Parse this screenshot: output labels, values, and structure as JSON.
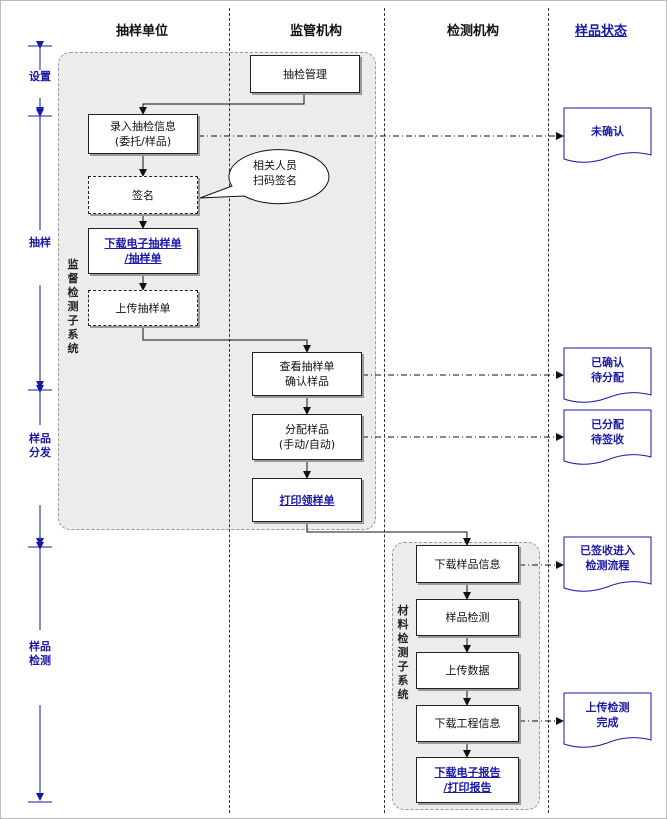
{
  "lanes": {
    "sampling": "抽样单位",
    "supervision": "监管机构",
    "testing": "检测机构",
    "status": "样品状态"
  },
  "phases": {
    "setup": "设置",
    "sampling": "抽样",
    "distribution": "样品分发",
    "testing": "样品检测"
  },
  "systems": {
    "supervision": "监督检测子系统",
    "material": "材料检测子系统"
  },
  "boxes": {
    "inspection_mgmt": "抽检管理",
    "enter_info_1": "录入抽检信息",
    "enter_info_2": "(委托/样品)",
    "sign": "签名",
    "download_form_1": "下载电子抽样单",
    "download_form_2": "/抽样单",
    "upload_form": "上传抽样单",
    "view_form_1": "查看抽样单",
    "view_form_2": "确认样品",
    "assign_1": "分配样品",
    "assign_2": "(手动/自动)",
    "print_receipt": "打印领样单",
    "download_sample_info": "下载样品信息",
    "sample_test": "样品检测",
    "upload_data": "上传数据",
    "download_project": "下载工程信息",
    "download_report_1": "下载电子报告",
    "download_report_2": "/打印报告"
  },
  "callout": {
    "line1": "相关人员",
    "line2": "扫码签名"
  },
  "statuses": {
    "unconfirmed": "未确认",
    "confirmed_1": "已确认",
    "confirmed_2": "待分配",
    "assigned_1": "已分配",
    "assigned_2": "待签收",
    "received_1": "已签收进入",
    "received_2": "检测流程",
    "uploaded_1": "上传检测",
    "uploaded_2": "完成"
  }
}
